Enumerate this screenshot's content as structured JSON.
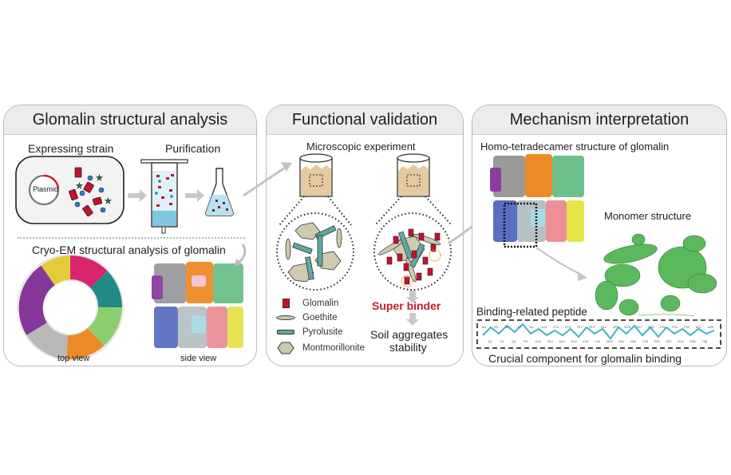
{
  "panels": [
    {
      "title": "Glomalin structural analysis",
      "sections": {
        "expressing_strain": "Expressing strain",
        "plasmid": "Plasmid",
        "purification": "Purification",
        "cryo_em": "Cryo-EM structural analysis of glomalin",
        "top_view": "top view",
        "side_view": "side view"
      }
    },
    {
      "title": "Functional validation",
      "sections": {
        "microscopic": "Microscopic experiment",
        "super_binder": "Super binder",
        "soil_stability_line1": "Soil aggregates",
        "soil_stability_line2": "stability"
      },
      "legend": [
        {
          "icon": "glomalin-icon",
          "label": "Glomalin"
        },
        {
          "icon": "goethite-icon",
          "label": "Goethite"
        },
        {
          "icon": "pyrolusite-icon",
          "label": "Pyrolusite"
        },
        {
          "icon": "montmorillonite-icon",
          "label": "Montmorillonite"
        }
      ]
    },
    {
      "title": "Mechanism interpretation",
      "sections": {
        "homo_tetradecamer": "Homo-tetradecamer structure of glomalin",
        "monomer": "Monomer structure",
        "binding_peptide": "Binding-related peptide",
        "crucial_component": "Crucial component for glomalin binding"
      },
      "peptide_residues": [
        "M1",
        "Q2",
        "R3",
        "V4",
        "V5",
        "Q6",
        "F7",
        "P8",
        "N9",
        "K10",
        "A11",
        "H12",
        "P13",
        "Q14",
        "F15",
        "D16",
        "P17",
        "F18",
        "S19",
        "L20",
        "S21",
        "M22",
        "V23",
        "S24",
        "R25",
        "N26",
        "S27",
        "Y28",
        "R29",
        "P30",
        "F31",
        "S32",
        "P33",
        "R34",
        "F35",
        "D36",
        "A37",
        "T38",
        "H39"
      ]
    }
  ],
  "colors": {
    "panel_border": "#b9b9b9",
    "panel_header": "#ececec",
    "glomalin_red": "#c8102e",
    "super_binder_text": "#c41a2b",
    "pyrolusite_teal": "#5fa8a0",
    "mineral_beige": "#cfcbb0",
    "soil_tan": "#e6c9a0",
    "liquid_blue": "#9fd6ea",
    "monomer_green": "#5cb85c",
    "peptide_cyan": "#3fb5c4"
  }
}
